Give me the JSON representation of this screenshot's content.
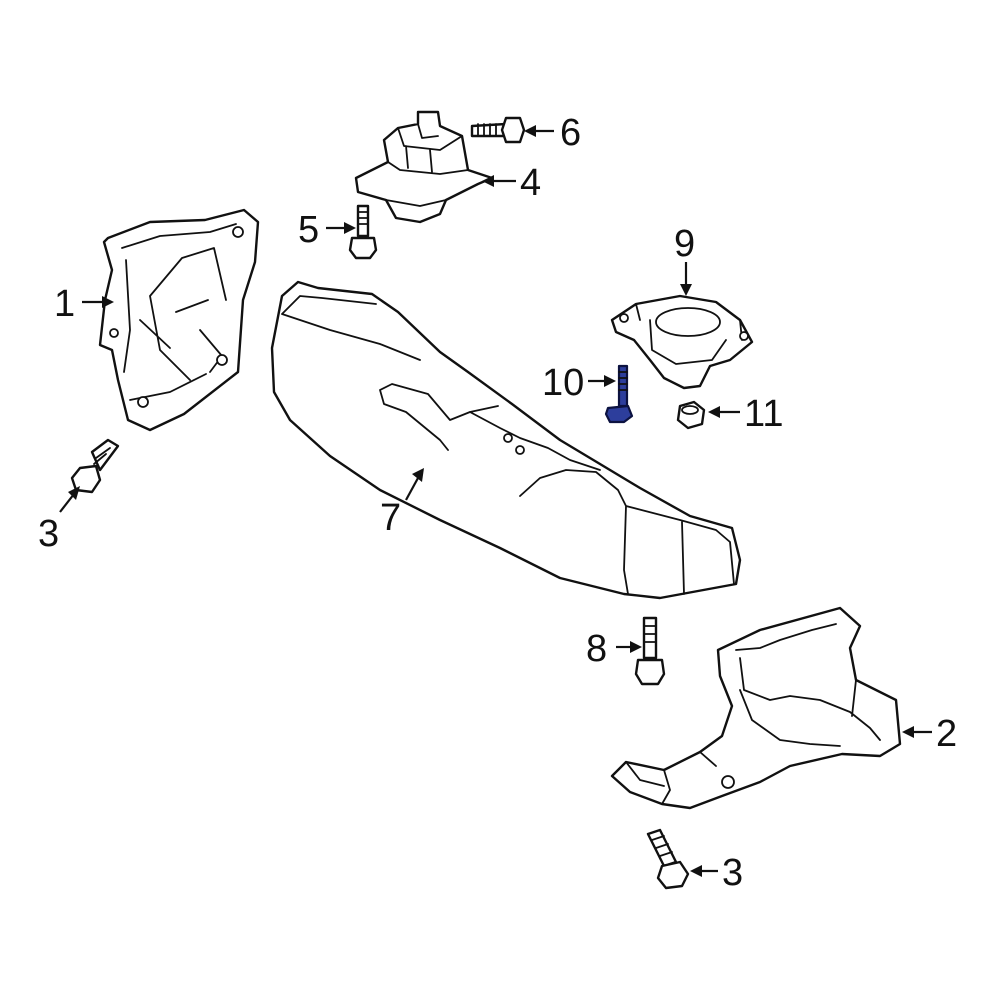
{
  "highlight_color": "#2d3e9c",
  "outline_color": "#111111",
  "callouts": {
    "c1": "1",
    "c2": "2",
    "c3a": "3",
    "c3b": "3",
    "c4": "4",
    "c5": "5",
    "c6": "6",
    "c7": "7",
    "c8": "8",
    "c9": "9",
    "c10": "10",
    "c11": "11"
  },
  "highlighted_part": "10"
}
